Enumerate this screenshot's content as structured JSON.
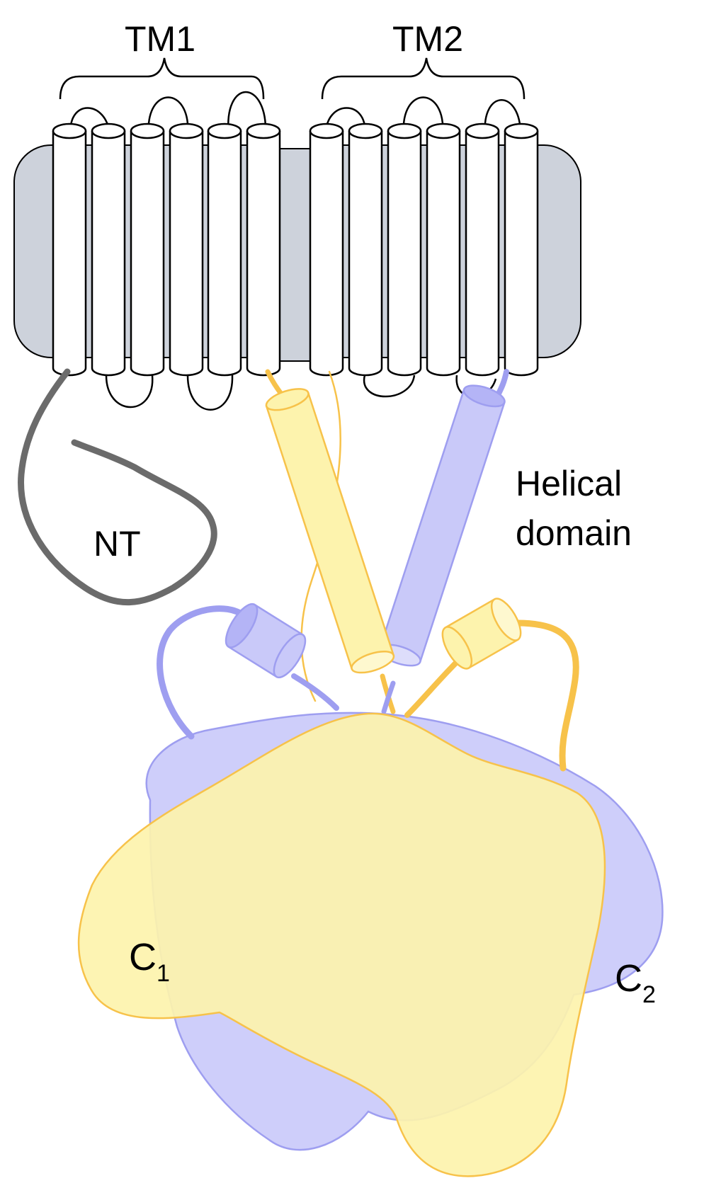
{
  "labels": {
    "tm1": "TM1",
    "tm2": "TM2",
    "helical_line1": "Helical",
    "helical_line2": "domain",
    "nt": "NT",
    "c1_letter": "C",
    "c1_sub": "1",
    "c2_letter": "C",
    "c2_sub": "2"
  },
  "colors": {
    "membrane": "#cdd2db",
    "helix_fill": "#ffffff",
    "yellow_fill": "#fdf3ad",
    "yellow_stroke": "#f7c24a",
    "blue_fill": "#c9c9f9",
    "blue_stroke": "#9e9ef0",
    "nt_stroke": "#6b6b6b",
    "outline": "#000000"
  }
}
